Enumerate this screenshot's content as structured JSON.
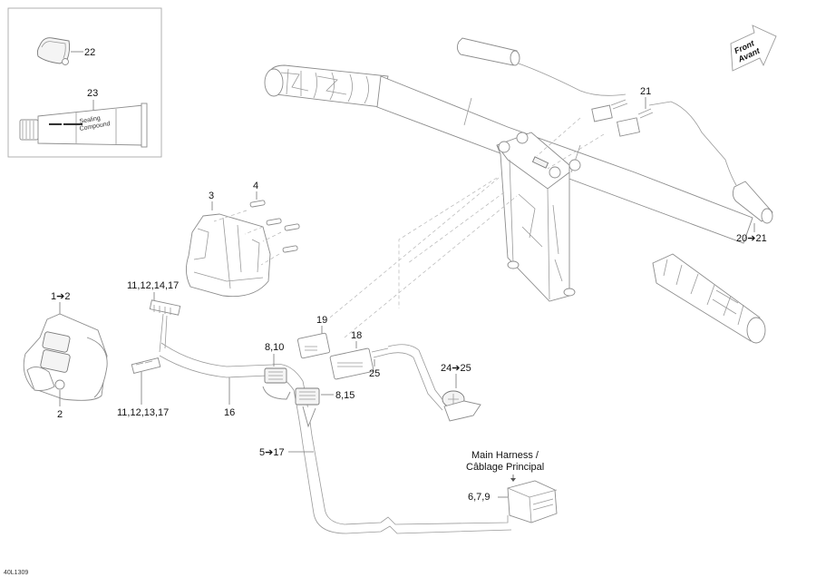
{
  "diagram": {
    "drawing_id": "40L1309",
    "direction_arrow": {
      "line1": "Front",
      "line2": "Avant"
    },
    "inset_box": {
      "callouts": [
        {
          "id": "c22",
          "label": "22"
        },
        {
          "id": "c23",
          "label": "23"
        }
      ]
    },
    "callouts": [
      {
        "id": "c1",
        "label": "1➔2"
      },
      {
        "id": "c2",
        "label": "2"
      },
      {
        "id": "c3",
        "label": "3"
      },
      {
        "id": "c4",
        "label": "4"
      },
      {
        "id": "c11a",
        "label": "11,12,14,17"
      },
      {
        "id": "c11b",
        "label": "11,12,13,17"
      },
      {
        "id": "c16",
        "label": "16"
      },
      {
        "id": "c8a",
        "label": "8,10"
      },
      {
        "id": "c8b",
        "label": "8,15"
      },
      {
        "id": "c19",
        "label": "19"
      },
      {
        "id": "c18",
        "label": "18"
      },
      {
        "id": "c25",
        "label": "25"
      },
      {
        "id": "c24",
        "label": "24➔25"
      },
      {
        "id": "c5",
        "label": "5➔17"
      },
      {
        "id": "c6",
        "label": "6,7,9"
      },
      {
        "id": "c21",
        "label": "21"
      },
      {
        "id": "c20",
        "label": "20➔21"
      }
    ],
    "main_harness": {
      "line1": "Main Harness /",
      "line2": "Câblage Principal"
    }
  }
}
